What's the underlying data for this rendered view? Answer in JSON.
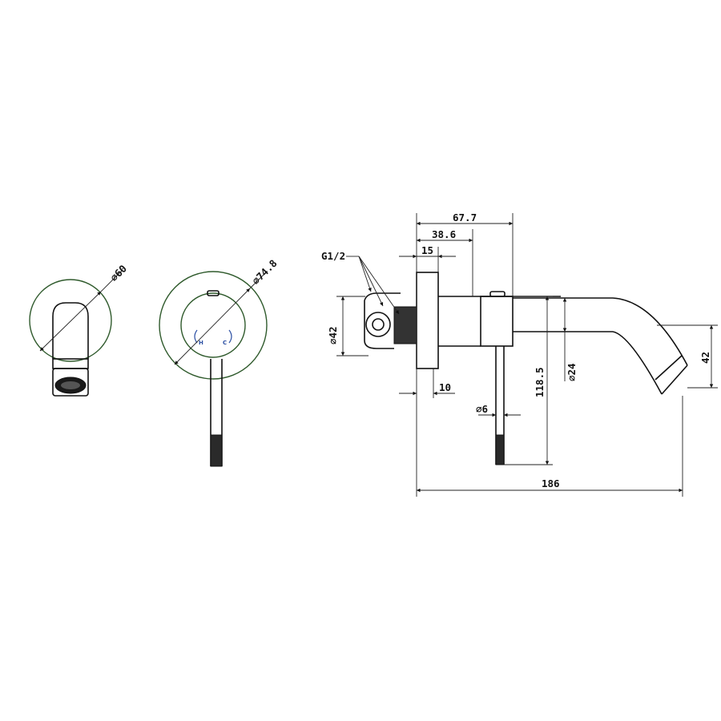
{
  "drawing": {
    "dimensions": {
      "d60": "60",
      "d74_8": "74.8",
      "d42": "42",
      "g12": "G1/2",
      "d15": "15",
      "d38_6": "38.6",
      "d67_7": "67.7",
      "d10": "10",
      "d24": "24",
      "d118_5": "118.5",
      "d6": "6",
      "d186": "186",
      "d42_right": "42"
    },
    "handle_marks": {
      "hot": "H",
      "cold": "C"
    }
  }
}
